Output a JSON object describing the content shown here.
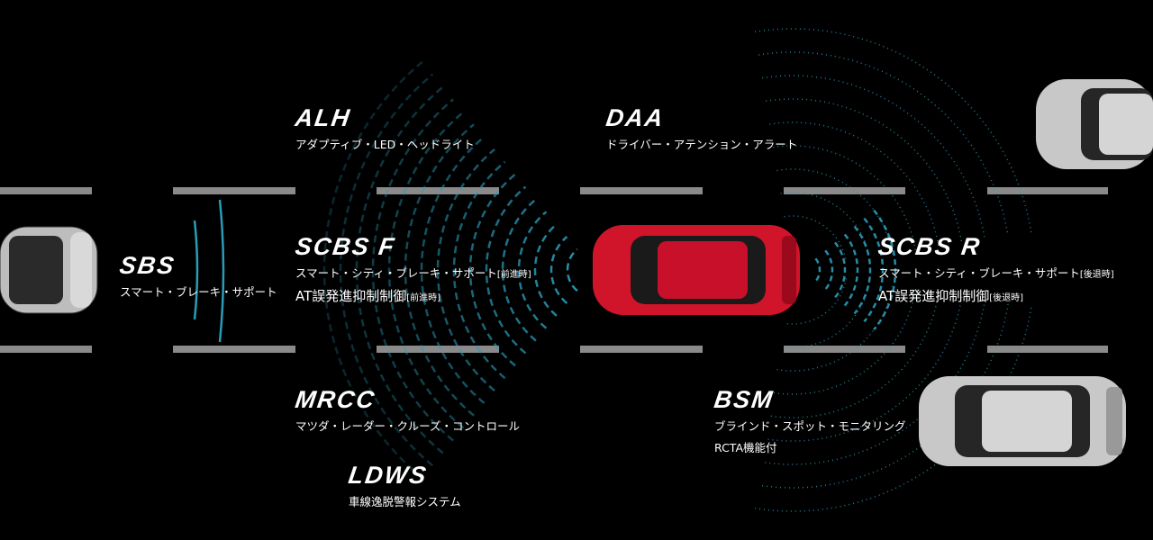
{
  "features": {
    "alh": {
      "title": "ALH",
      "subtitle": "アダプティブ・LED・ヘッドライト"
    },
    "daa": {
      "title": "DAA",
      "subtitle": "ドライバー・アテンション・アラート"
    },
    "sbs": {
      "title": "SBS",
      "subtitle": "スマート・ブレーキ・サポート"
    },
    "scbs_f": {
      "title": "SCBS F",
      "subtitle": "スマート・シティ・ブレーキ・サポート",
      "subtitle_note": "[前進時]",
      "line2": "AT誤発進抑制制御",
      "line2_note": "[前進時]"
    },
    "scbs_r": {
      "title": "SCBS R",
      "subtitle": "スマート・シティ・ブレーキ・サポート",
      "subtitle_note": "[後退時]",
      "line2": "AT誤発進抑制制御",
      "line2_note": "[後退時]"
    },
    "mrcc": {
      "title": "MRCC",
      "subtitle": "マツダ・レーダー・クルーズ・コントロール"
    },
    "ldws": {
      "title": "LDWS",
      "subtitle": "車線逸脱警報システム"
    },
    "bsm": {
      "title": "BSM",
      "subtitle": "ブラインド・スポット・モニタリング",
      "line2": "RCTA機能付"
    }
  },
  "colors": {
    "background": "#000000",
    "lane": "#8a8a8a",
    "wave": "#2a9bb8",
    "main_car": "#d0142a",
    "other_car": "#c8c8c8"
  }
}
